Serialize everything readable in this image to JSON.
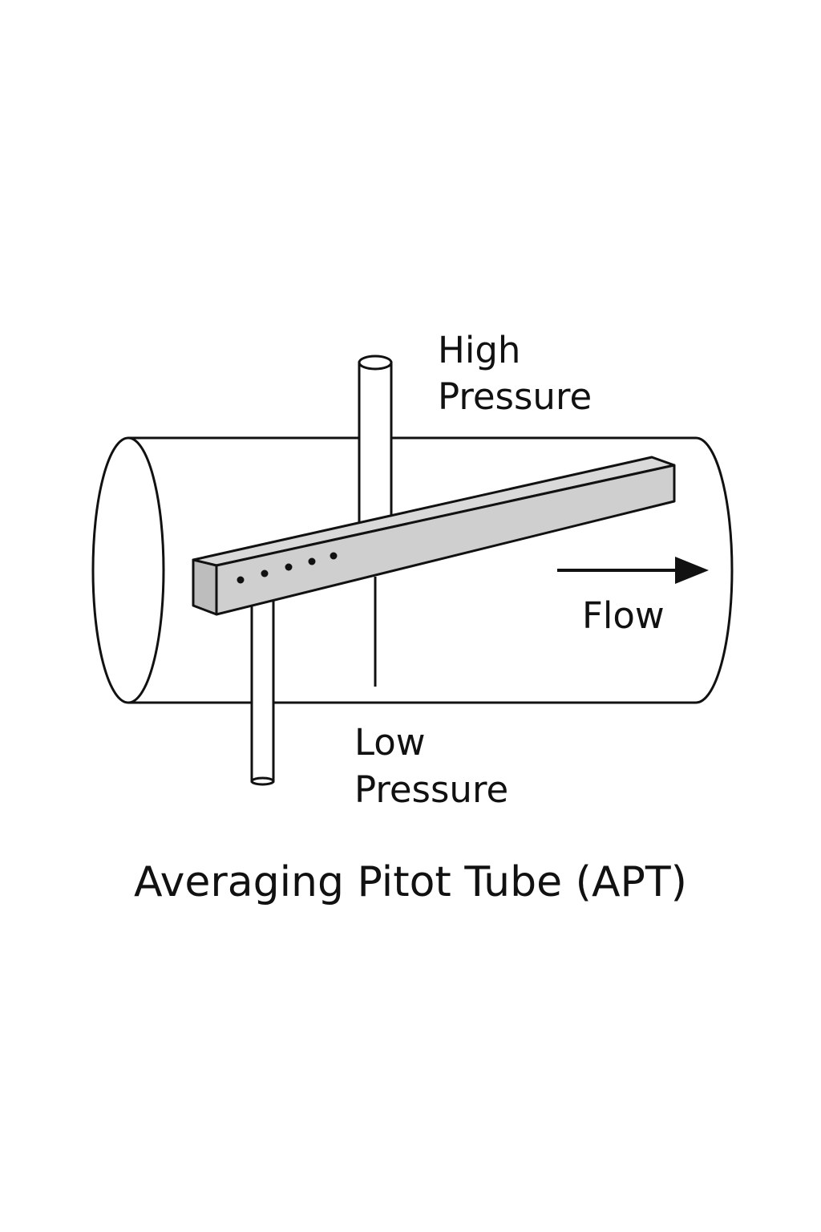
{
  "labels": {
    "high_pressure_line1": "High",
    "high_pressure_line2": "Pressure",
    "low_pressure_line1": "Low",
    "low_pressure_line2": "Pressure",
    "flow": "Flow"
  },
  "title": "Averaging Pitot Tube (APT)",
  "colors": {
    "stroke": "#111111",
    "probe_fill": "#cfcfcf",
    "probe_end_fill": "#bdbdbd",
    "background": "#ffffff"
  },
  "sensing_ports_count": 5
}
